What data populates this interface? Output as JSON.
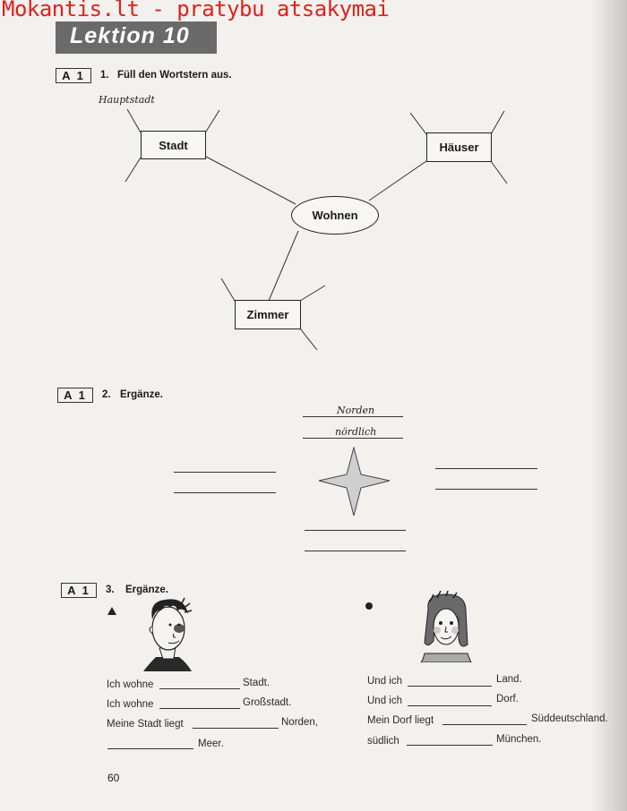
{
  "watermark": "Mokantis.lt - pratybu atsakymai",
  "lesson_title": "Lektion 10",
  "exercise1": {
    "tag": "A 1",
    "number": "1.",
    "title": "Füll den Wortstern aus.",
    "handwritten_note": "Hauptstadt",
    "center": "Wohnen",
    "nodes": [
      "Stadt",
      "Häuser",
      "Zimmer"
    ]
  },
  "exercise2": {
    "tag": "A 1",
    "number": "2.",
    "title": "Ergänze.",
    "north_answer": "Norden",
    "north_adjective": "nördlich"
  },
  "exercise3": {
    "tag": "A 1",
    "number": "3.",
    "title": "Ergänze.",
    "left_lines": [
      {
        "before": "Ich wohne",
        "after": "Stadt."
      },
      {
        "before": "Ich wohne",
        "after": "Großstadt."
      },
      {
        "before": "Meine Stadt liegt",
        "after": "Norden,"
      },
      {
        "before": "",
        "after": "Meer."
      }
    ],
    "right_lines": [
      {
        "before": "Und ich",
        "after": "Land."
      },
      {
        "before": "Und ich",
        "after": "Dorf."
      },
      {
        "before": "Mein Dorf liegt",
        "after": "Süddeutschland."
      },
      {
        "before": "südlich",
        "after": "München."
      }
    ]
  },
  "page_number": "60"
}
